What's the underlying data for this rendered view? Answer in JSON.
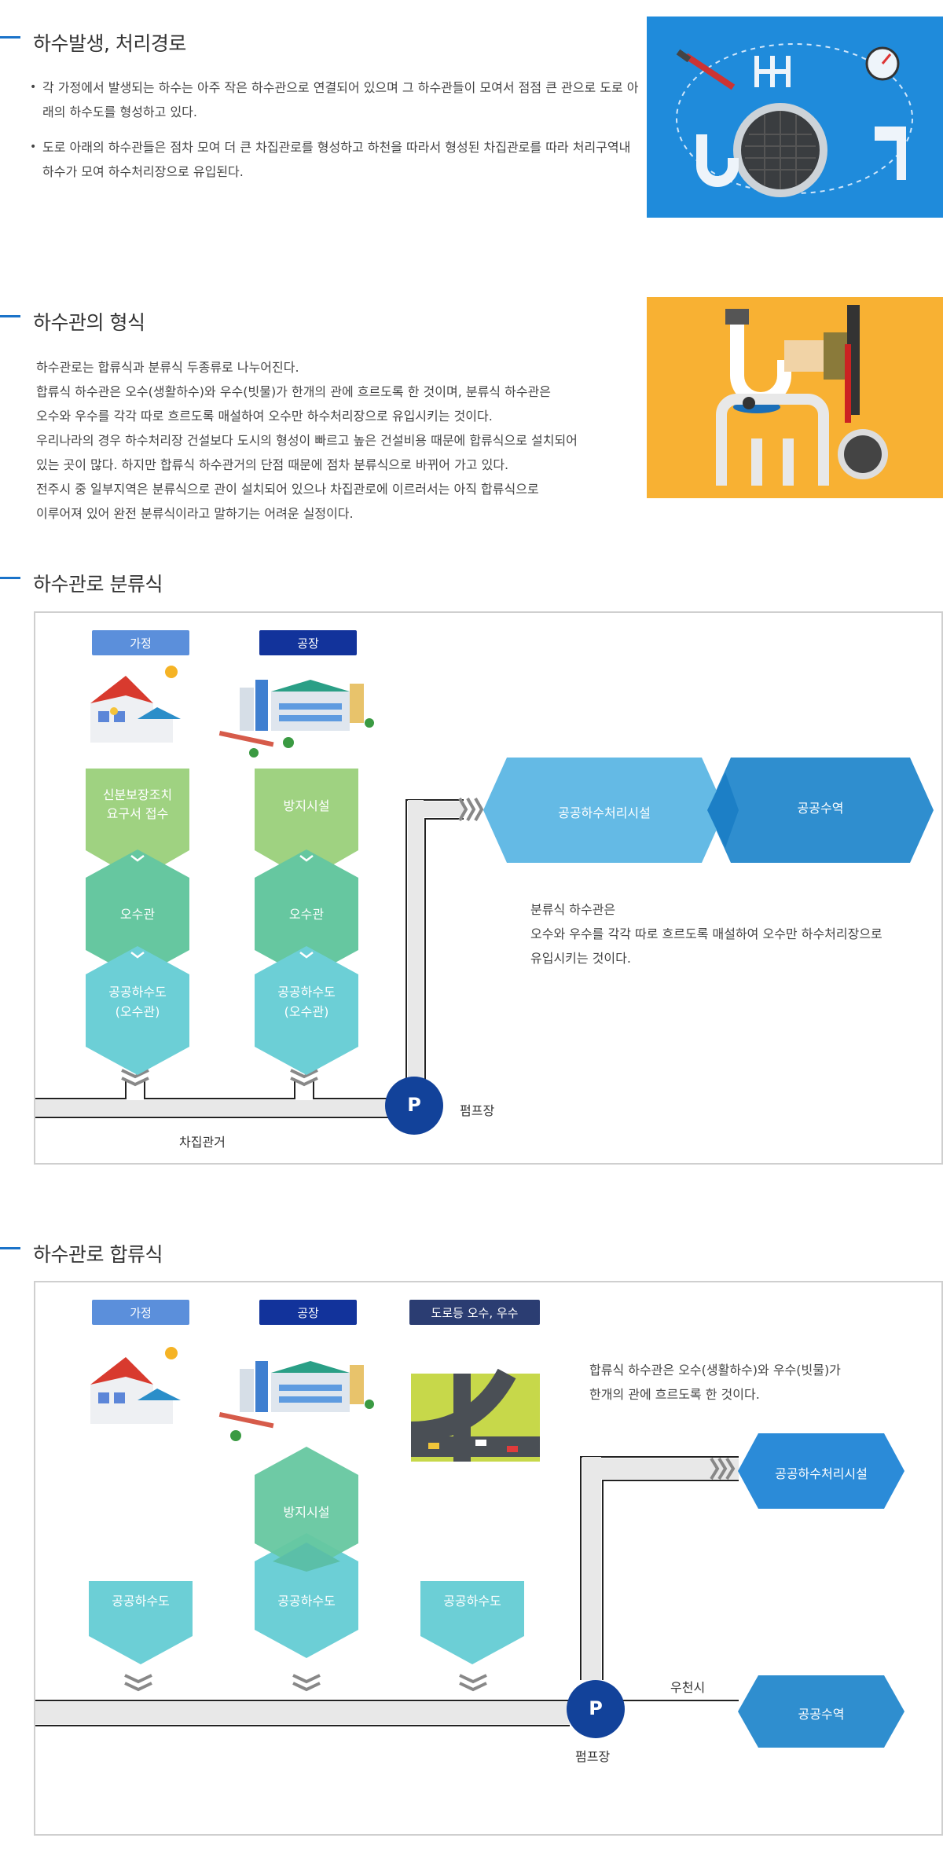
{
  "section1": {
    "title": "하수발생, 처리경로",
    "bullets": [
      "각 가정에서 발생되는 하수는 아주 작은 하수관으로 연결되어 있으며 그 하수관들이 모여서 점점 큰 관으로 도로 아래의 하수도를 형성하고 있다.",
      "도로 아래의 하수관들은 점차 모여 더 큰 차집관로를 형성하고 하천을 따라서 형성된 차집관로를 따라 처리구역내 하수가 모여 하수처리장으로 유입된다."
    ]
  },
  "section2": {
    "title": "하수관의 형식",
    "lines": [
      "하수관로는 합류식과 분류식 두종류로 나누어진다.",
      "합류식 하수관은 오수(생활하수)와 우수(빗물)가 한개의 관에 흐르도록 한 것이며, 분류식 하수관은",
      "오수와 우수를 각각 따로 흐르도록 매설하여 오수만 하수처리장으로 유입시키는 것이다.",
      "우리나라의 경우 하수처리장 건설보다 도시의 형성이 빠르고 높은 건설비용 때문에 합류식으로 설치되어",
      "있는 곳이 많다.  하지만 합류식 하수관거의 단점 때문에 점차 분류식으로 바뀌어 가고 있다.",
      "전주시 중 일부지역은 분류식으로 관이 설치되어 있으나 차집관로에 이르러서는 아직 합류식으로",
      "이루어져 있어 완전 분류식이라고 말하기는 어려운 실정이다."
    ]
  },
  "section3": {
    "title": "하수관로 분류식",
    "house_label": "가정",
    "factory_label": "공장",
    "col1": [
      "신분보장조치\n요구서 접수",
      "오수관",
      "공공하수도\n(오수관)"
    ],
    "col2": [
      "방지시설",
      "오수관",
      "공공하수도\n(오수관)"
    ],
    "treatment": "공공하수처리시설",
    "water": "공공수역",
    "pump": "P",
    "pump_label": "펌프장",
    "interceptor_label": "차집관거",
    "note": [
      "분류식 하수관은",
      "오수와 우수를 각각 따로 흐르도록 매설하여 오수만 하수처리장으로",
      "유입시키는 것이다."
    ]
  },
  "section4": {
    "title": "하수관로 합류식",
    "house_label": "가정",
    "factory_label": "공장",
    "road_label": "도로등 오수, 우수",
    "prevention": "방지시설",
    "sewer": "공공하수도",
    "treatment": "공공하수처리시설",
    "water": "공공수역",
    "pump": "P",
    "pump_label": "펌프장",
    "overflow_label": "우천시",
    "note": [
      "합류식 하수관은 오수(생활하수)와 우수(빗물)가",
      "한개의 관에 흐르도록 한 것이다."
    ]
  },
  "colors": {
    "accent": "#1a73c9",
    "house_pill": "#5b8fdb",
    "factory_pill": "#12339b",
    "road_pill": "#2b3d72",
    "green_light": "#9fd281",
    "green": "#66c7a0",
    "teal": "#6ccfd6",
    "blue_light": "#5cb6e4",
    "blue": "#2f8ecf",
    "pump": "#12429a"
  }
}
